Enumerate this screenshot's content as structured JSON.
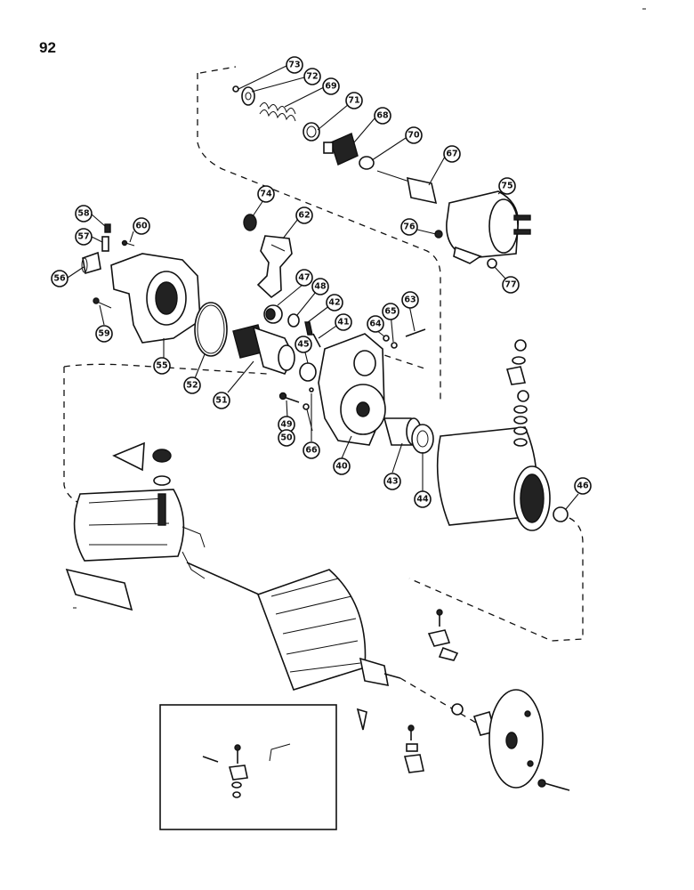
{
  "page": {
    "number": "92"
  },
  "callouts": [
    {
      "id": "c73",
      "label": "73"
    },
    {
      "id": "c72",
      "label": "72"
    },
    {
      "id": "c69",
      "label": "69"
    },
    {
      "id": "c71",
      "label": "71"
    },
    {
      "id": "c68",
      "label": "68"
    },
    {
      "id": "c70",
      "label": "70"
    },
    {
      "id": "c67",
      "label": "67"
    },
    {
      "id": "c75",
      "label": "75"
    },
    {
      "id": "c74",
      "label": "74"
    },
    {
      "id": "c62",
      "label": "62"
    },
    {
      "id": "c58",
      "label": "58"
    },
    {
      "id": "c60",
      "label": "60"
    },
    {
      "id": "c57",
      "label": "57"
    },
    {
      "id": "c56",
      "label": "56"
    },
    {
      "id": "c59",
      "label": "59"
    },
    {
      "id": "c55",
      "label": "55"
    },
    {
      "id": "c52",
      "label": "52"
    },
    {
      "id": "c47",
      "label": "47"
    },
    {
      "id": "c48",
      "label": "48"
    },
    {
      "id": "c42",
      "label": "42"
    },
    {
      "id": "c41",
      "label": "41"
    },
    {
      "id": "c45",
      "label": "45"
    },
    {
      "id": "c51",
      "label": "51"
    },
    {
      "id": "c76",
      "label": "76"
    },
    {
      "id": "c77",
      "label": "77"
    },
    {
      "id": "c64",
      "label": "64"
    },
    {
      "id": "c65",
      "label": "65"
    },
    {
      "id": "c63",
      "label": "63"
    },
    {
      "id": "c49",
      "label": "49"
    },
    {
      "id": "c50",
      "label": "50"
    },
    {
      "id": "c66",
      "label": "66"
    },
    {
      "id": "c40",
      "label": "40"
    },
    {
      "id": "c43",
      "label": "43"
    },
    {
      "id": "c44",
      "label": "44"
    },
    {
      "id": "c46",
      "label": "46"
    }
  ]
}
